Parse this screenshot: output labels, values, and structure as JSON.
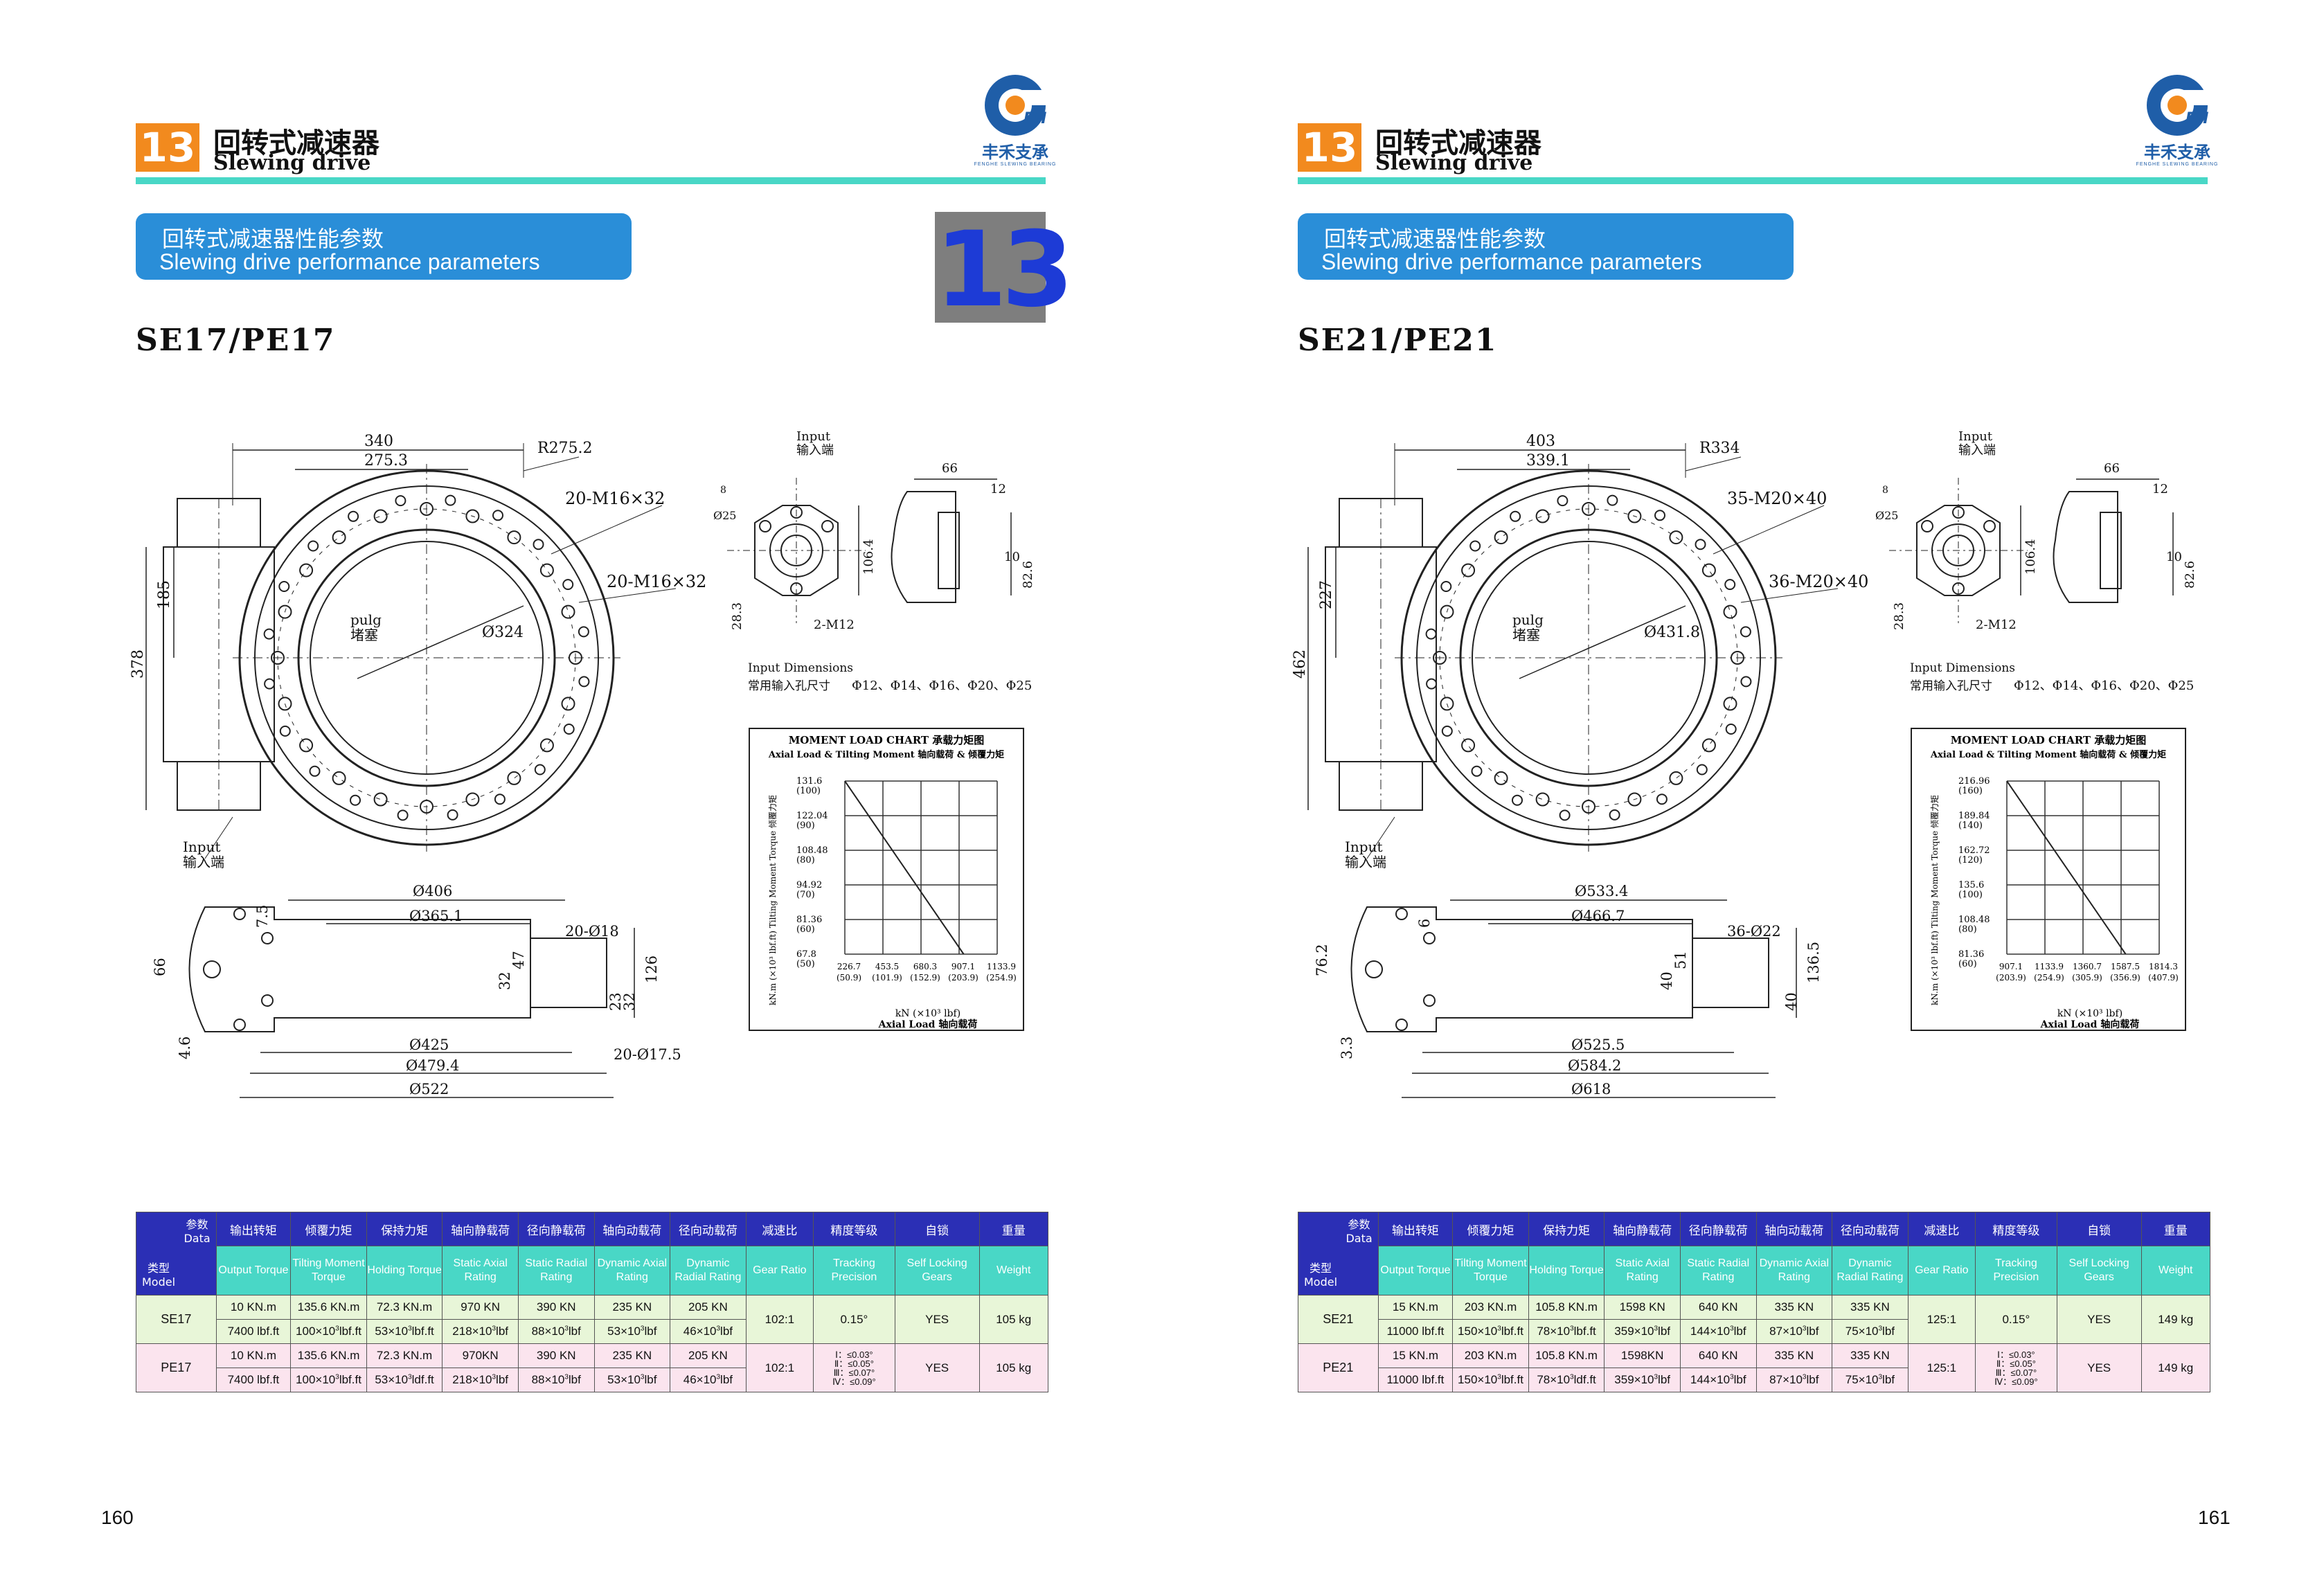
{
  "chapter": {
    "number": "13",
    "title_cn": "回转式减速器",
    "title_en": "Slewing drive"
  },
  "logo": {
    "mark": "FH",
    "cn": "丰禾支承",
    "en": "FENGHE SLEWING BEARING"
  },
  "banner": {
    "cn": "回转式减速器性能参数",
    "en": "Slewing drive performance parameters"
  },
  "big_number": "13",
  "table_headers": {
    "corner_top_cn": "参数",
    "corner_top_en": "Data",
    "corner_bot_cn": "类型",
    "corner_bot_en": "Model",
    "cols_cn": [
      "输出转矩",
      "倾覆力矩",
      "保持力矩",
      "轴向静载荷",
      "径向静载荷",
      "轴向动载荷",
      "径向动载荷",
      "减速比",
      "精度等级",
      "自锁",
      "重量"
    ],
    "cols_en": [
      "Output Torque",
      "Tilting Moment Torque",
      "Holding Torque",
      "Static Axial Rating",
      "Static Radial Rating",
      "Dynamic Axial Rating",
      "Dynamic Radial Rating",
      "Gear Ratio",
      "Tracking Precision",
      "Self Locking Gears",
      "Weight"
    ]
  },
  "drawing_labels": {
    "input_cn": "输入端",
    "input_en": "Input",
    "plug_en": "pulg",
    "plug_cn": "堵塞",
    "input_dims_en": "Input Dimensions",
    "input_dims_cn": "常用输入孔尺寸",
    "input_dims_values": "Φ12、Φ14、Φ16、Φ20、Φ25",
    "chart_title": "MOMENT LOAD CHART 承载力矩图",
    "chart_subtitle": "Axial Load & Tilting Moment 轴向载荷 & 倾覆力矩",
    "chart_ylabel": "kN.m (×10³ lbf.ft)  Tilting Moment Torque 倾覆力矩",
    "chart_xunit": "kN (×10³ lbf)",
    "chart_xlabel": "Axial Load 轴向载荷"
  },
  "pages": [
    {
      "side": "left",
      "page_number": "160",
      "model_title": "SE17/PE17",
      "dims": {
        "d340": "340",
        "d275": "275.3",
        "r": "R275.2",
        "bolt1": "20-M16×32",
        "bolt2": "20-M16×32",
        "d324": "Ø324",
        "h185": "185",
        "h378": "378",
        "s406": "Ø406",
        "s365": "Ø365.1",
        "s20018": "20-Ø18",
        "s75": "7.5",
        "s66": "66",
        "s32": "32",
        "s47": "47",
        "s126": "126",
        "s23": "23",
        "s32b": "32",
        "s425": "Ø425",
        "s479": "Ø479.4",
        "s522": "Ø522",
        "s46": "4.6",
        "s20175": "20-Ø17.5",
        "i66": "66",
        "i12": "12",
        "i1005": "10",
        "i826": "82.6",
        "i1064": "106.4",
        "i2M12": "2-M12",
        "i283": "28.3",
        "i8": "8",
        "i25": "Ø25"
      },
      "chart": {
        "y": [
          "131.6\n(100)",
          "122.04\n(90)",
          "108.48\n(80)",
          "94.92\n(70)",
          "81.36\n(60)",
          "67.8\n(50)"
        ],
        "x": [
          "226.7\n(50.9)",
          "453.5\n(101.9)",
          "680.3\n(152.9)",
          "907.1\n(203.9)",
          "1133.9\n(254.9)"
        ]
      },
      "rows": [
        {
          "model": "SE17",
          "output_torque": [
            "10 KN.m",
            "7400 lbf.ft"
          ],
          "tilting": [
            "135.6 KN.m",
            "100×10³lbf.ft"
          ],
          "holding": [
            "72.3 KN.m",
            "53×10³lbf.ft"
          ],
          "static_axial": [
            "970 KN",
            "218×10³lbf"
          ],
          "static_radial": [
            "390 KN",
            "88×10³lbf"
          ],
          "dyn_axial": [
            "235 KN",
            "53×10³lbf"
          ],
          "dyn_radial": [
            "205 KN",
            "46×10³lbf"
          ],
          "ratio": "102:1",
          "precision": [
            "0.15°"
          ],
          "self_lock": "YES",
          "weight": "105 kg"
        },
        {
          "model": "PE17",
          "output_torque": [
            "10 KN.m",
            "7400 lbf.ft"
          ],
          "tilting": [
            "135.6 KN.m",
            "100×10³lbf.ft"
          ],
          "holding": [
            "72.3 KN.m",
            "53×10³ldf.ft"
          ],
          "static_axial": [
            "970KN",
            "218×10³lbf"
          ],
          "static_radial": [
            "390 KN",
            "88×10³lbf"
          ],
          "dyn_axial": [
            "235 KN",
            "53×10³lbf"
          ],
          "dyn_radial": [
            "205 KN",
            "46×10³lbf"
          ],
          "ratio": "102:1",
          "precision": [
            "Ⅰ：≤0.03°",
            "Ⅱ：≤0.05°",
            "Ⅲ：≤0.07°",
            "Ⅳ：≤0.09°"
          ],
          "self_lock": "YES",
          "weight": "105 kg"
        }
      ]
    },
    {
      "side": "right",
      "page_number": "161",
      "model_title": "SE21/PE21",
      "dims": {
        "d340": "403",
        "d275": "339.1",
        "r": "R334",
        "bolt1": "35-M20×40",
        "bolt2": "36-M20×40",
        "d324": "Ø431.8",
        "h185": "227",
        "h378": "462",
        "s406": "Ø533.4",
        "s365": "Ø466.7",
        "s20018": "36-Ø22",
        "s75": "6",
        "s66": "76.2",
        "s32": "40",
        "s47": "51",
        "s126": "136.5",
        "s23": "",
        "s32b": "40",
        "s425": "Ø525.5",
        "s479": "Ø584.2",
        "s522": "Ø618",
        "s46": "3.3",
        "s20175": "",
        "i66": "66",
        "i12": "12",
        "i1005": "10",
        "i826": "82.6",
        "i1064": "106.4",
        "i2M12": "2-M12",
        "i283": "28.3",
        "i8": "8",
        "i25": "Ø25"
      },
      "chart": {
        "y": [
          "216.96\n(160)",
          "189.84\n(140)",
          "162.72\n(120)",
          "135.6\n(100)",
          "108.48\n(80)",
          "81.36\n(60)"
        ],
        "x": [
          "907.1\n(203.9)",
          "1133.9\n(254.9)",
          "1360.7\n(305.9)",
          "1587.5\n(356.9)",
          "1814.3\n(407.9)"
        ]
      },
      "rows": [
        {
          "model": "SE21",
          "output_torque": [
            "15 KN.m",
            "11000 lbf.ft"
          ],
          "tilting": [
            "203 KN.m",
            "150×10³lbf.ft"
          ],
          "holding": [
            "105.8 KN.m",
            "78×10³lbf.ft"
          ],
          "static_axial": [
            "1598 KN",
            "359×10³lbf"
          ],
          "static_radial": [
            "640 KN",
            "144×10³lbf"
          ],
          "dyn_axial": [
            "335 KN",
            "87×10³lbf"
          ],
          "dyn_radial": [
            "335 KN",
            "75×10³lbf"
          ],
          "ratio": "125:1",
          "precision": [
            "0.15°"
          ],
          "self_lock": "YES",
          "weight": "149 kg"
        },
        {
          "model": "PE21",
          "output_torque": [
            "15 KN.m",
            "11000 lbf.ft"
          ],
          "tilting": [
            "203 KN.m",
            "150×10³lbf.ft"
          ],
          "holding": [
            "105.8 KN.m",
            "78×10³ldf.ft"
          ],
          "static_axial": [
            "1598KN",
            "359×10³lbf"
          ],
          "static_radial": [
            "640 KN",
            "144×10³lbf"
          ],
          "dyn_axial": [
            "335 KN",
            "87×10³lbf"
          ],
          "dyn_radial": [
            "335 KN",
            "75×10³lbf"
          ],
          "ratio": "125:1",
          "precision": [
            "Ⅰ：≤0.03°",
            "Ⅱ：≤0.05°",
            "Ⅲ：≤0.07°",
            "Ⅳ：≤0.09°"
          ],
          "self_lock": "YES",
          "weight": "149 kg"
        }
      ]
    }
  ]
}
